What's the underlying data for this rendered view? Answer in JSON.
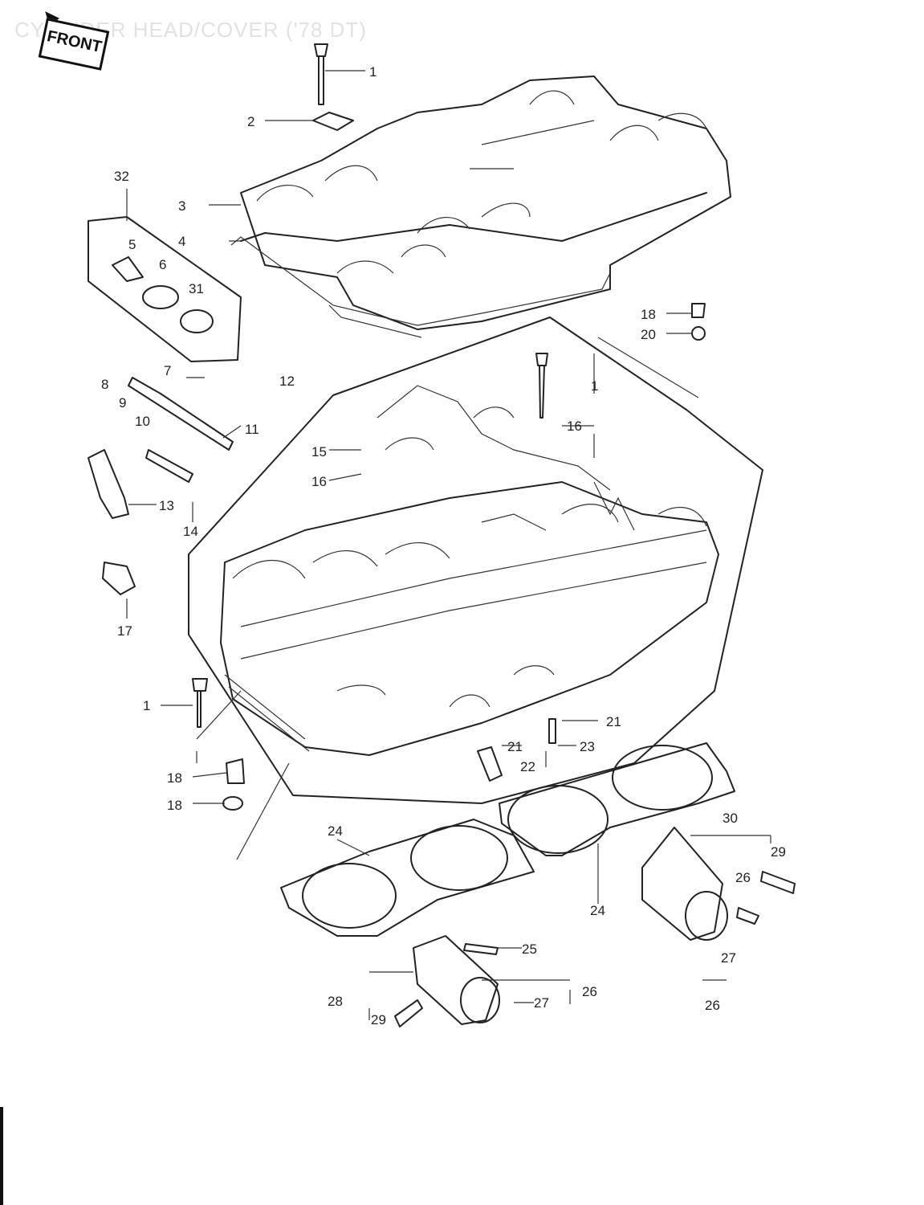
{
  "title": "CYLINDER HEAD/COVER ('78 DT)",
  "front_badge": "FRONT",
  "callouts": [
    "1",
    "2",
    "32",
    "3",
    "4",
    "5",
    "6",
    "31",
    "18",
    "20",
    "7",
    "8",
    "9",
    "10",
    "11",
    "12",
    "1",
    "16",
    "15",
    "16",
    "13",
    "14",
    "17",
    "1",
    "18",
    "18",
    "21",
    "21",
    "23",
    "22",
    "24",
    "30",
    "29",
    "26",
    "24",
    "25",
    "26",
    "27",
    "28",
    "27",
    "29",
    "26"
  ]
}
